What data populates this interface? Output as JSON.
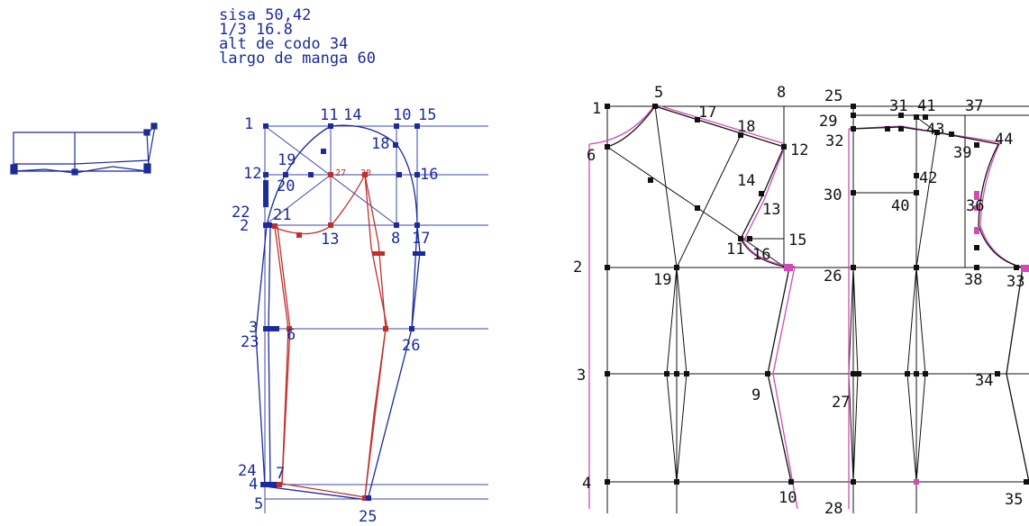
{
  "header": {
    "line1": "sisa 50,42",
    "line2": "1/3 16.8",
    "line3": "alt de codo 34",
    "line4": "largo de manga 60"
  },
  "colors": {
    "sleeve_blue": "#1c2a9c",
    "sleeve_red": "#c0302a",
    "body_black": "#111111",
    "body_pink": "#d24bb4",
    "grid_blue": "#3a46b0"
  },
  "sleeve_labels": {
    "l1": "1",
    "l11": "11",
    "l14": "14",
    "l10": "10",
    "l15": "15",
    "l18": "18",
    "l19": "19",
    "l12": "12",
    "l20": "20",
    "l27": "27",
    "l28": "28",
    "l16": "16",
    "l22": "22",
    "l2": "2",
    "l21": "21",
    "l13": "13",
    "l8": "8",
    "l17": "17",
    "l3": "3",
    "l23": "23",
    "l6": "6",
    "l26": "26",
    "l24": "24",
    "l4": "4",
    "l7": "7",
    "l5": "5",
    "l25": "25"
  },
  "bodice_labels": {
    "l1": "1",
    "l5": "5",
    "l8": "8",
    "l25": "25",
    "l29": "29",
    "l31": "31",
    "l41": "41",
    "l37": "37",
    "l6": "6",
    "l17": "17",
    "l18": "18",
    "l12": "12",
    "l32": "32",
    "l43": "43",
    "l39": "39",
    "l44": "44",
    "l14": "14",
    "l30": "30",
    "l42": "42",
    "l40": "40",
    "l36": "36",
    "l13": "13",
    "l15": "15",
    "l11": "11",
    "l16": "16",
    "l2": "2",
    "l19": "19",
    "l26": "26",
    "l38": "38",
    "l33": "33",
    "l3": "3",
    "l9": "9",
    "l27": "27",
    "l34": "34",
    "l4": "4",
    "l10": "10",
    "l28": "28",
    "l35": "35"
  }
}
